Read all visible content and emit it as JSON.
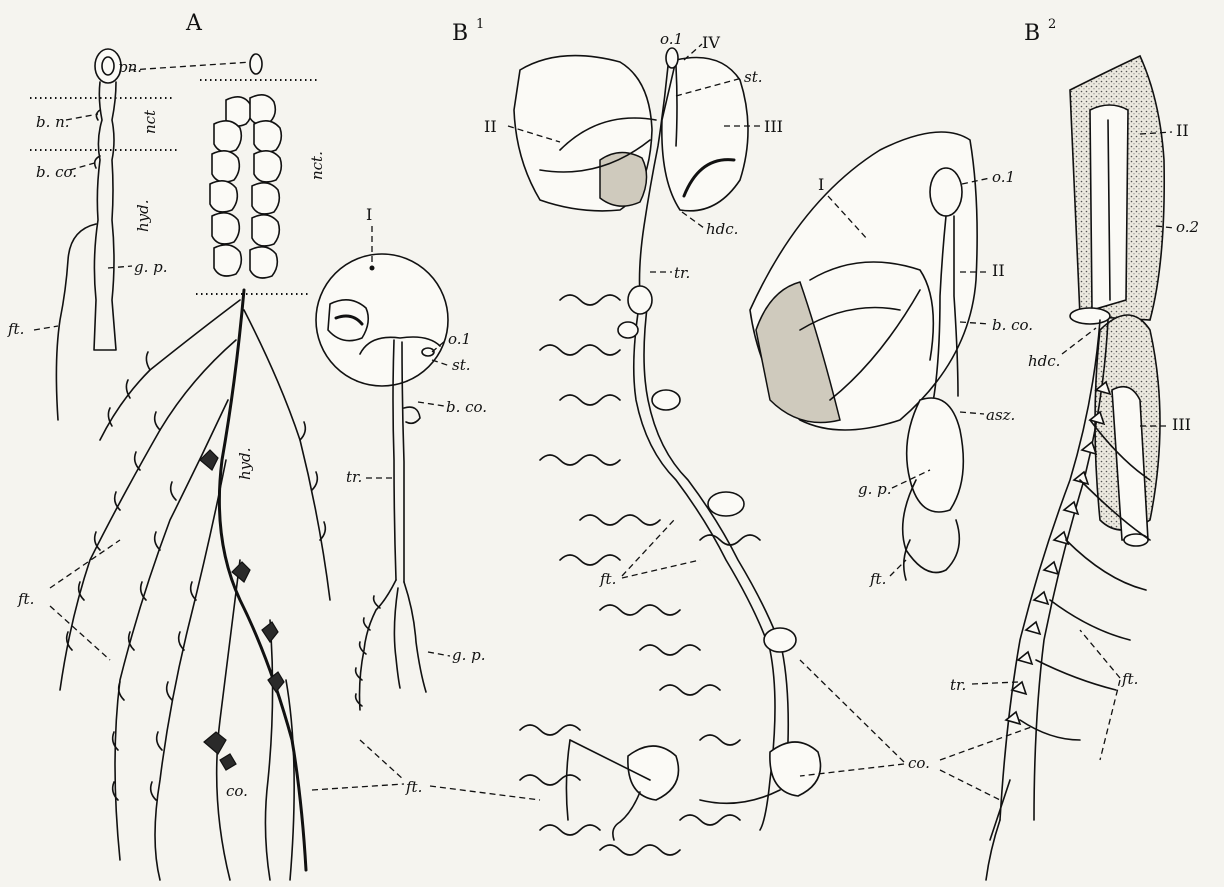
{
  "panels": {
    "A": "A",
    "B1": "B",
    "B1_sup": "1",
    "B2": "B",
    "B2_sup": "2"
  },
  "labels": {
    "pn": "pn.",
    "bn": "b. n.",
    "nct_small": "nct",
    "bco_small": "b. co.",
    "hyd_small": "hyd.",
    "gp_small": "g. p.",
    "ft_small": "ft.",
    "nct_large": "nct.",
    "hyd_large": "hyd.",
    "ft_A": "ft.",
    "co_A": "co.",
    "I_B1": "I",
    "o1_B1": "o.1",
    "st_B1": "st.",
    "bco_B1": "b. co.",
    "tr_B1": "tr.",
    "gp_B1": "g. p.",
    "o1_top": "o.1",
    "IV": "IV",
    "st_top": "st.",
    "II_top": "II",
    "III_top": "III",
    "hdc_top": "hdc.",
    "tr_mid": "tr.",
    "ft_mid": "ft.",
    "ft_bottom": "ft.",
    "I_mid": "I",
    "o1_mid": "o.1",
    "II_mid": "II",
    "bco_mid": "b. co.",
    "asz": "asz.",
    "gp_mid": "g. p.",
    "ft_mid2": "ft.",
    "II_B2": "II",
    "o2_B2": "o.2",
    "hdc_B2": "hdc.",
    "III_B2": "III",
    "tr_B2": "tr.",
    "ft_B2": "ft.",
    "co": "co."
  },
  "colors": {
    "ink": "#111111",
    "paper": "#f5f4ef",
    "stipple": "#cfcabd"
  }
}
